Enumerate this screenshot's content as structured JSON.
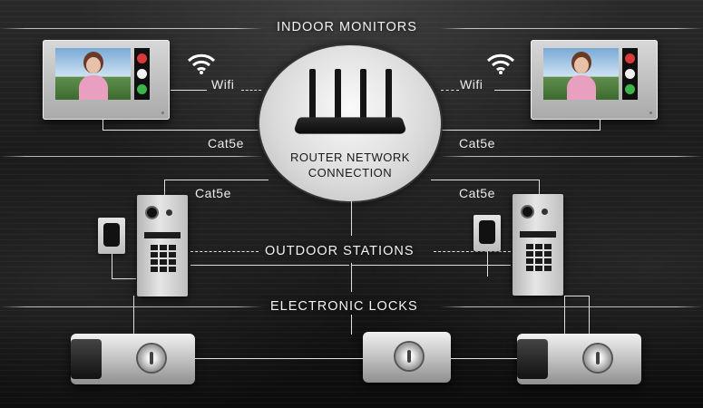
{
  "sections": {
    "indoor_monitors": "INDOOR MONITORS",
    "outdoor_stations": "OUTDOOR STATIONS",
    "electronic_locks": "ELECTRONIC LOCKS"
  },
  "router": {
    "line1": "ROUTER NETWORK",
    "line2": "CONNECTION"
  },
  "links": {
    "left_wifi": "Wifi",
    "right_wifi": "Wifi",
    "left_monitor_cable": "Cat5e",
    "right_monitor_cable": "Cat5e",
    "left_station_cable": "Cat5e",
    "right_station_cable": "Cat5e"
  },
  "icons": [
    "wifi-icon",
    "router-icon",
    "monitor-icon",
    "outdoor-station-icon",
    "card-reader-icon",
    "electronic-lock-icon"
  ],
  "colors": {
    "background": "#1a1a1a",
    "line": "#e0e0e0",
    "router_circle": "#e6e6e6",
    "monitor_frame": "#c4c4c4"
  }
}
